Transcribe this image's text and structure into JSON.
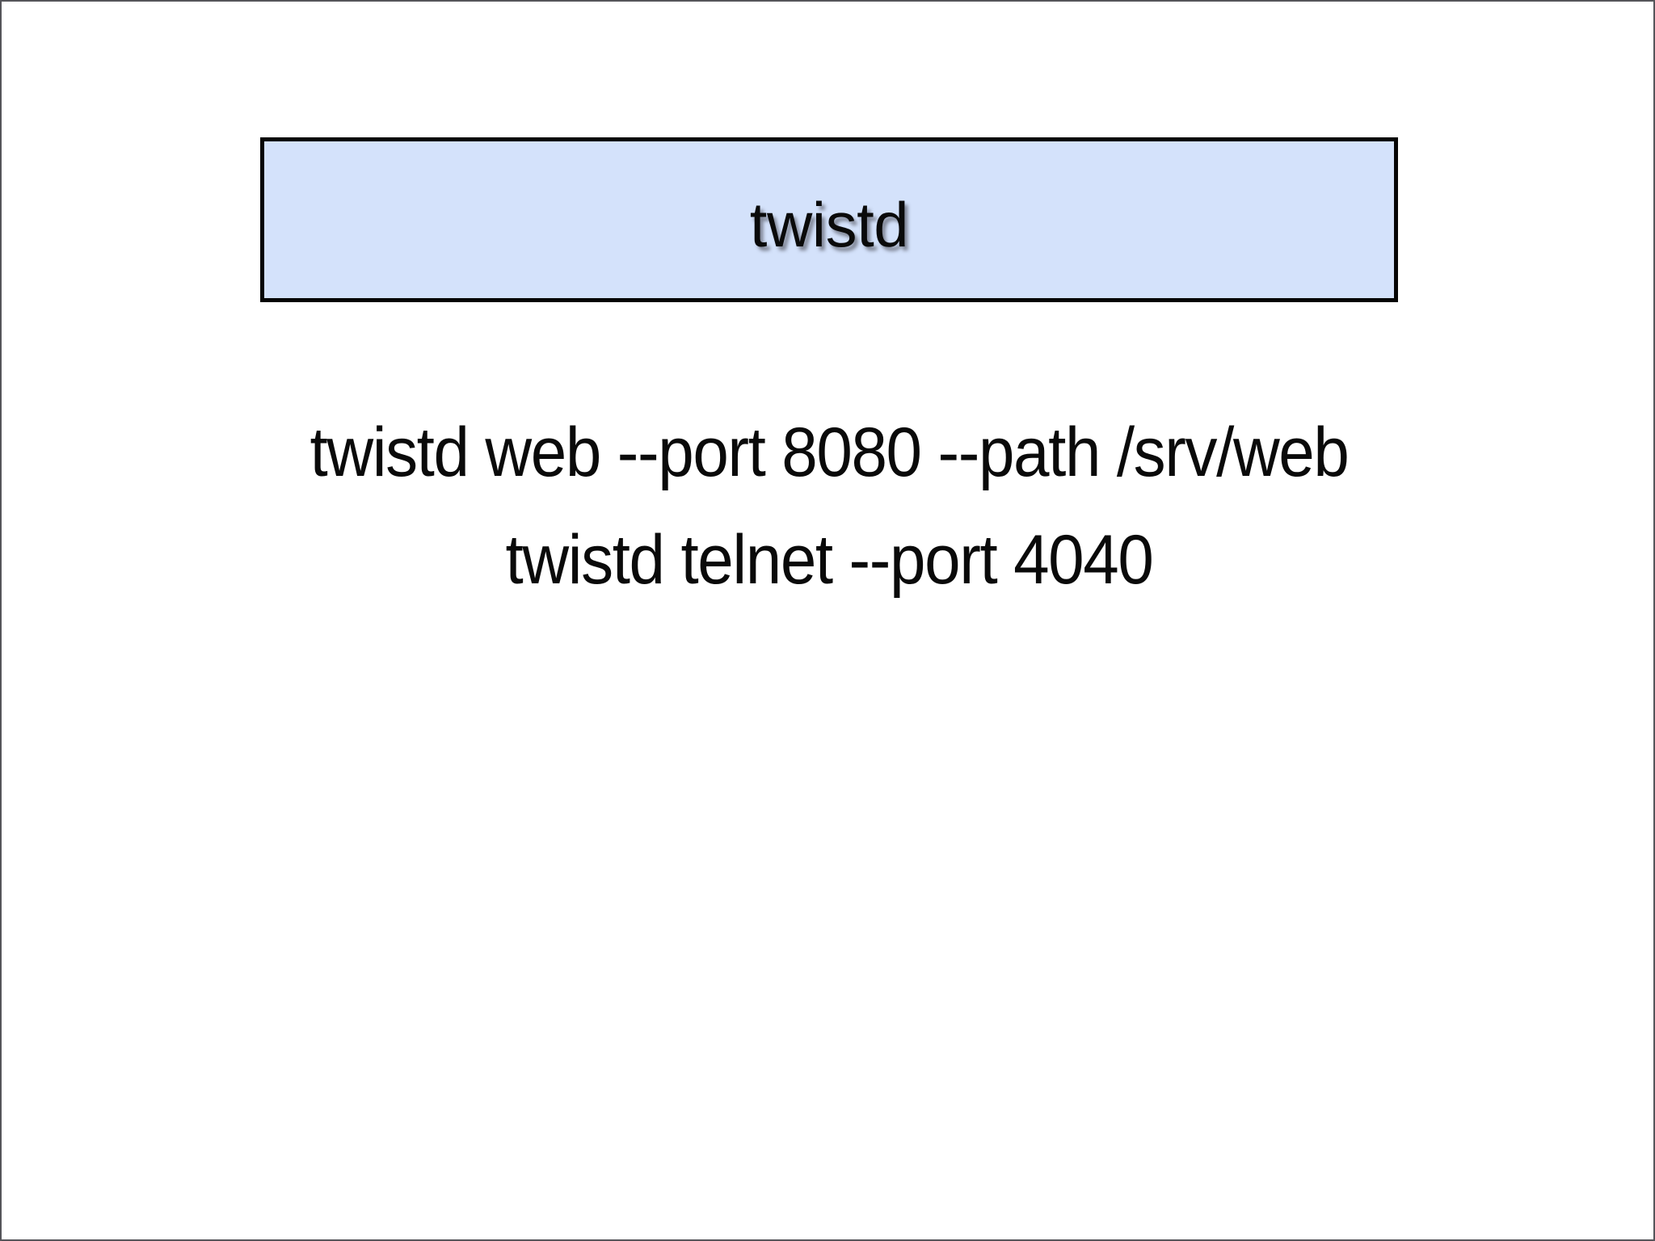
{
  "slide": {
    "background_color": "#ffffff",
    "border_color": "#55555a"
  },
  "component": {
    "label": "twistd",
    "fill_color": "#d4e2fb",
    "border_color": "#050505"
  },
  "commands": {
    "lines": [
      {
        "text": "twistd web --port 8080 --path /srv/web"
      },
      {
        "text": "twistd telnet --port 4040"
      }
    ]
  }
}
